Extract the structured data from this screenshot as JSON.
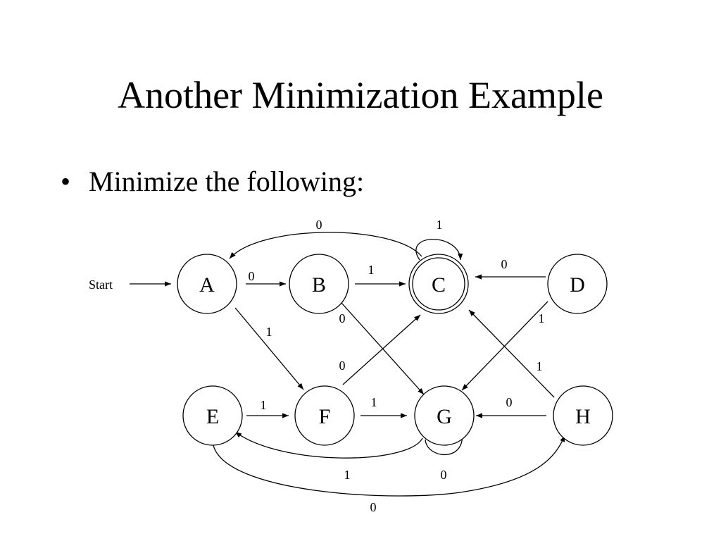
{
  "slide": {
    "title": "Another Minimization Example",
    "bullet_marker": "•",
    "bullet_text": "Minimize the following:"
  },
  "diagram": {
    "start_label": "Start",
    "states": [
      {
        "id": "A",
        "label": "A",
        "accepting": false
      },
      {
        "id": "B",
        "label": "B",
        "accepting": false
      },
      {
        "id": "C",
        "label": "C",
        "accepting": true
      },
      {
        "id": "D",
        "label": "D",
        "accepting": false
      },
      {
        "id": "E",
        "label": "E",
        "accepting": false
      },
      {
        "id": "F",
        "label": "F",
        "accepting": false
      },
      {
        "id": "G",
        "label": "G",
        "accepting": false
      },
      {
        "id": "H",
        "label": "H",
        "accepting": false
      }
    ],
    "transitions": [
      {
        "from": "A",
        "to": "B",
        "symbol": "0"
      },
      {
        "from": "A",
        "to": "F",
        "symbol": "1"
      },
      {
        "from": "B",
        "to": "C",
        "symbol": "1"
      },
      {
        "from": "B",
        "to": "G",
        "symbol": "0"
      },
      {
        "from": "C",
        "to": "A",
        "symbol": "0"
      },
      {
        "from": "C",
        "to": "C",
        "symbol": "1"
      },
      {
        "from": "D",
        "to": "C",
        "symbol": "0"
      },
      {
        "from": "D",
        "to": "G",
        "symbol": "1"
      },
      {
        "from": "E",
        "to": "F",
        "symbol": "1"
      },
      {
        "from": "E",
        "to": "H",
        "symbol": "0"
      },
      {
        "from": "F",
        "to": "C",
        "symbol": "0"
      },
      {
        "from": "F",
        "to": "G",
        "symbol": "1"
      },
      {
        "from": "G",
        "to": "E",
        "symbol": "1"
      },
      {
        "from": "G",
        "to": "G",
        "symbol": "0"
      },
      {
        "from": "H",
        "to": "G",
        "symbol": "0"
      },
      {
        "from": "H",
        "to": "C",
        "symbol": "1"
      }
    ]
  }
}
